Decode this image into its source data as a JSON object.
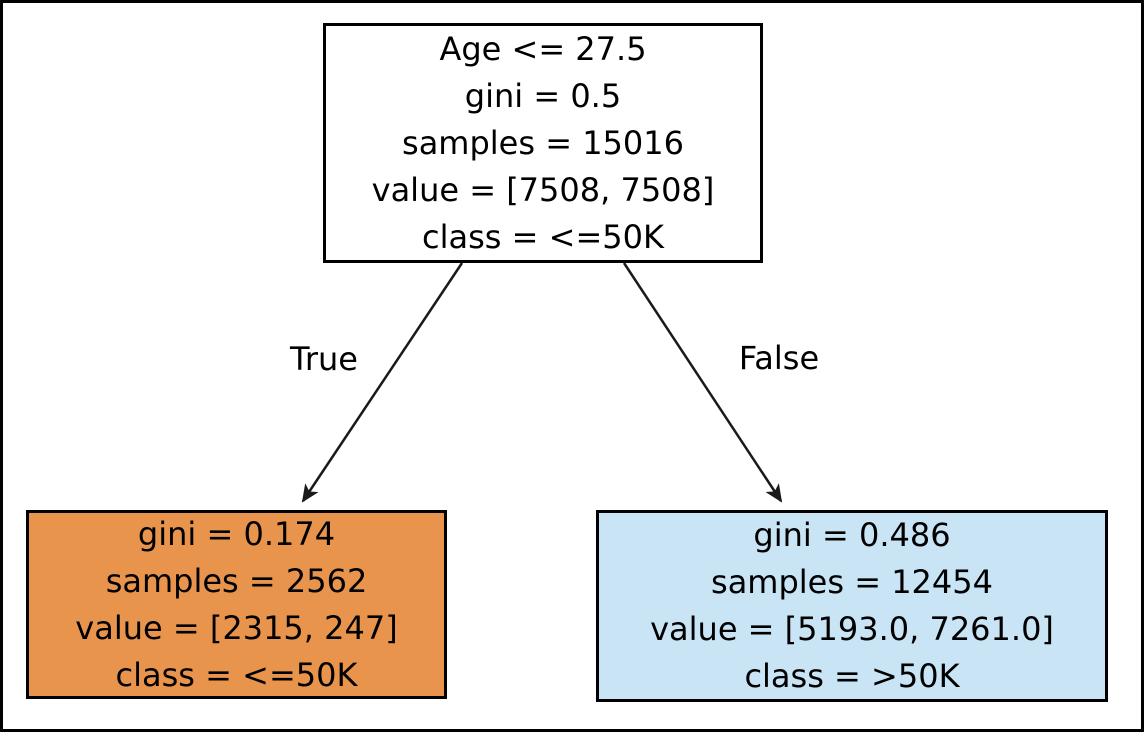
{
  "tree": {
    "nodes": [
      {
        "id": "root",
        "fill": "#ffffff",
        "lines": [
          "Age <= 27.5",
          "gini = 0.5",
          "samples = 15016",
          "value = [7508, 7508]",
          "class = <=50K"
        ]
      },
      {
        "id": "left-leaf",
        "fill": "#e8944d",
        "lines": [
          "gini = 0.174",
          "samples = 2562",
          "value = [2315, 247]",
          "class = <=50K"
        ]
      },
      {
        "id": "right-leaf",
        "fill": "#c8e4f5",
        "lines": [
          "gini = 0.486",
          "samples = 12454",
          "value = [5193.0, 7261.0]",
          "class = >50K"
        ]
      }
    ],
    "edge_labels": {
      "true": "True",
      "false": "False"
    },
    "style": {
      "arrow_color": "#1a1a1a",
      "node_border_color": "#000000",
      "text_color": "#000000"
    }
  }
}
